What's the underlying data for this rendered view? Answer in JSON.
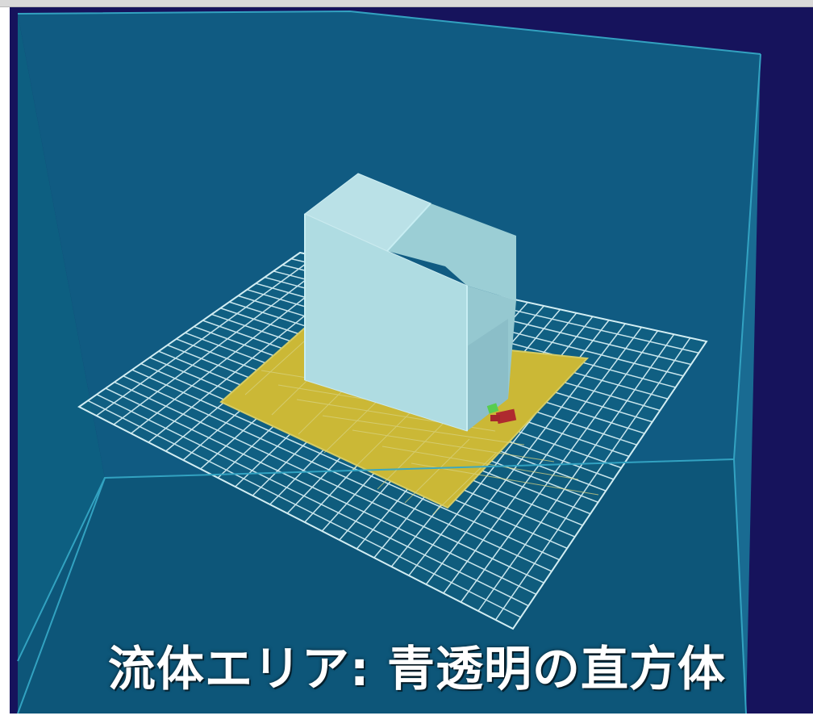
{
  "caption": {
    "text": "流体エリア: 青透明の直方体"
  },
  "colors": {
    "background": "#16135c",
    "fluid_box": "#0f6a86",
    "fluid_box_edge": "#2d9dbb",
    "floor_grid": "#ffffff",
    "yellow_plate": "#e7c325",
    "building": "#d8f2f2",
    "building_side": "#a9d4d7",
    "marker_green": "#5fd33c",
    "marker_red": "#c9191c"
  },
  "icons": [
    "fluid-domain-box",
    "floor-grid",
    "building-model"
  ]
}
